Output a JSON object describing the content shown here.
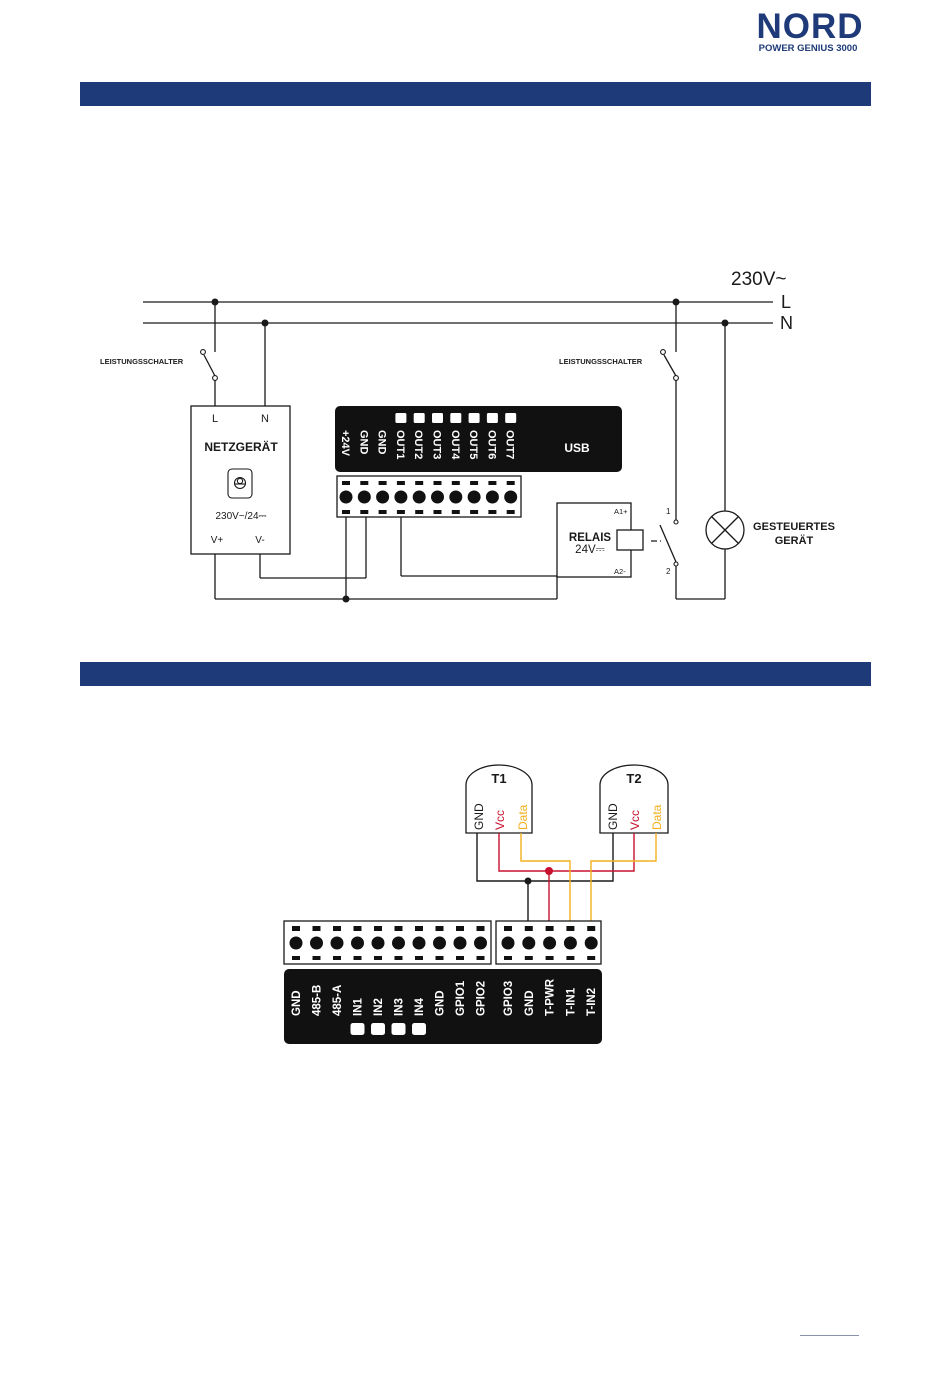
{
  "brand": {
    "logo_text": "NORD",
    "tagline": "POWER GENIUS 3000",
    "color": "#1e3a78"
  },
  "wiring_diagram": {
    "supply": {
      "voltage": "230V~",
      "line_L": "L",
      "line_N": "N"
    },
    "breaker_left": "LEISTUNGSSCHALTER",
    "breaker_right": "LEISTUNGSSCHALTER",
    "psu": {
      "title": "NETZGERÄT",
      "in_L": "L",
      "in_N": "N",
      "rating": "230V~/24⎓",
      "out_pos": "V+",
      "out_neg": "V-"
    },
    "controller": {
      "terminals": [
        "+24V",
        "GND",
        "GND",
        "OUT1",
        "OUT2",
        "OUT3",
        "OUT4",
        "OUT5",
        "OUT6",
        "OUT7"
      ],
      "usb": "USB"
    },
    "relay": {
      "title": "RELAIS",
      "rating": "24V⎓",
      "a1": "A1+",
      "a2": "A2-",
      "contact_1": "1",
      "contact_2": "2"
    },
    "load": {
      "label_line1": "GESTEUERTES",
      "label_line2": "GERÄT"
    }
  },
  "sensor_diagram": {
    "sensors": [
      {
        "name": "T1",
        "pins": [
          "GND",
          "Vcc",
          "Data"
        ]
      },
      {
        "name": "T2",
        "pins": [
          "GND",
          "Vcc",
          "Data"
        ]
      }
    ],
    "terminals_left": [
      "GND",
      "485-B",
      "485-A",
      "IN1",
      "IN2",
      "IN3",
      "IN4",
      "GND",
      "GPIO1",
      "GPIO2"
    ],
    "terminals_right": [
      "GPIO3",
      "GND",
      "T-PWR",
      "T-IN1",
      "T-IN2"
    ],
    "wire_colors": {
      "gnd": "#1a1a1a",
      "vcc": "#c8102e",
      "data": "#f2b01e"
    }
  }
}
